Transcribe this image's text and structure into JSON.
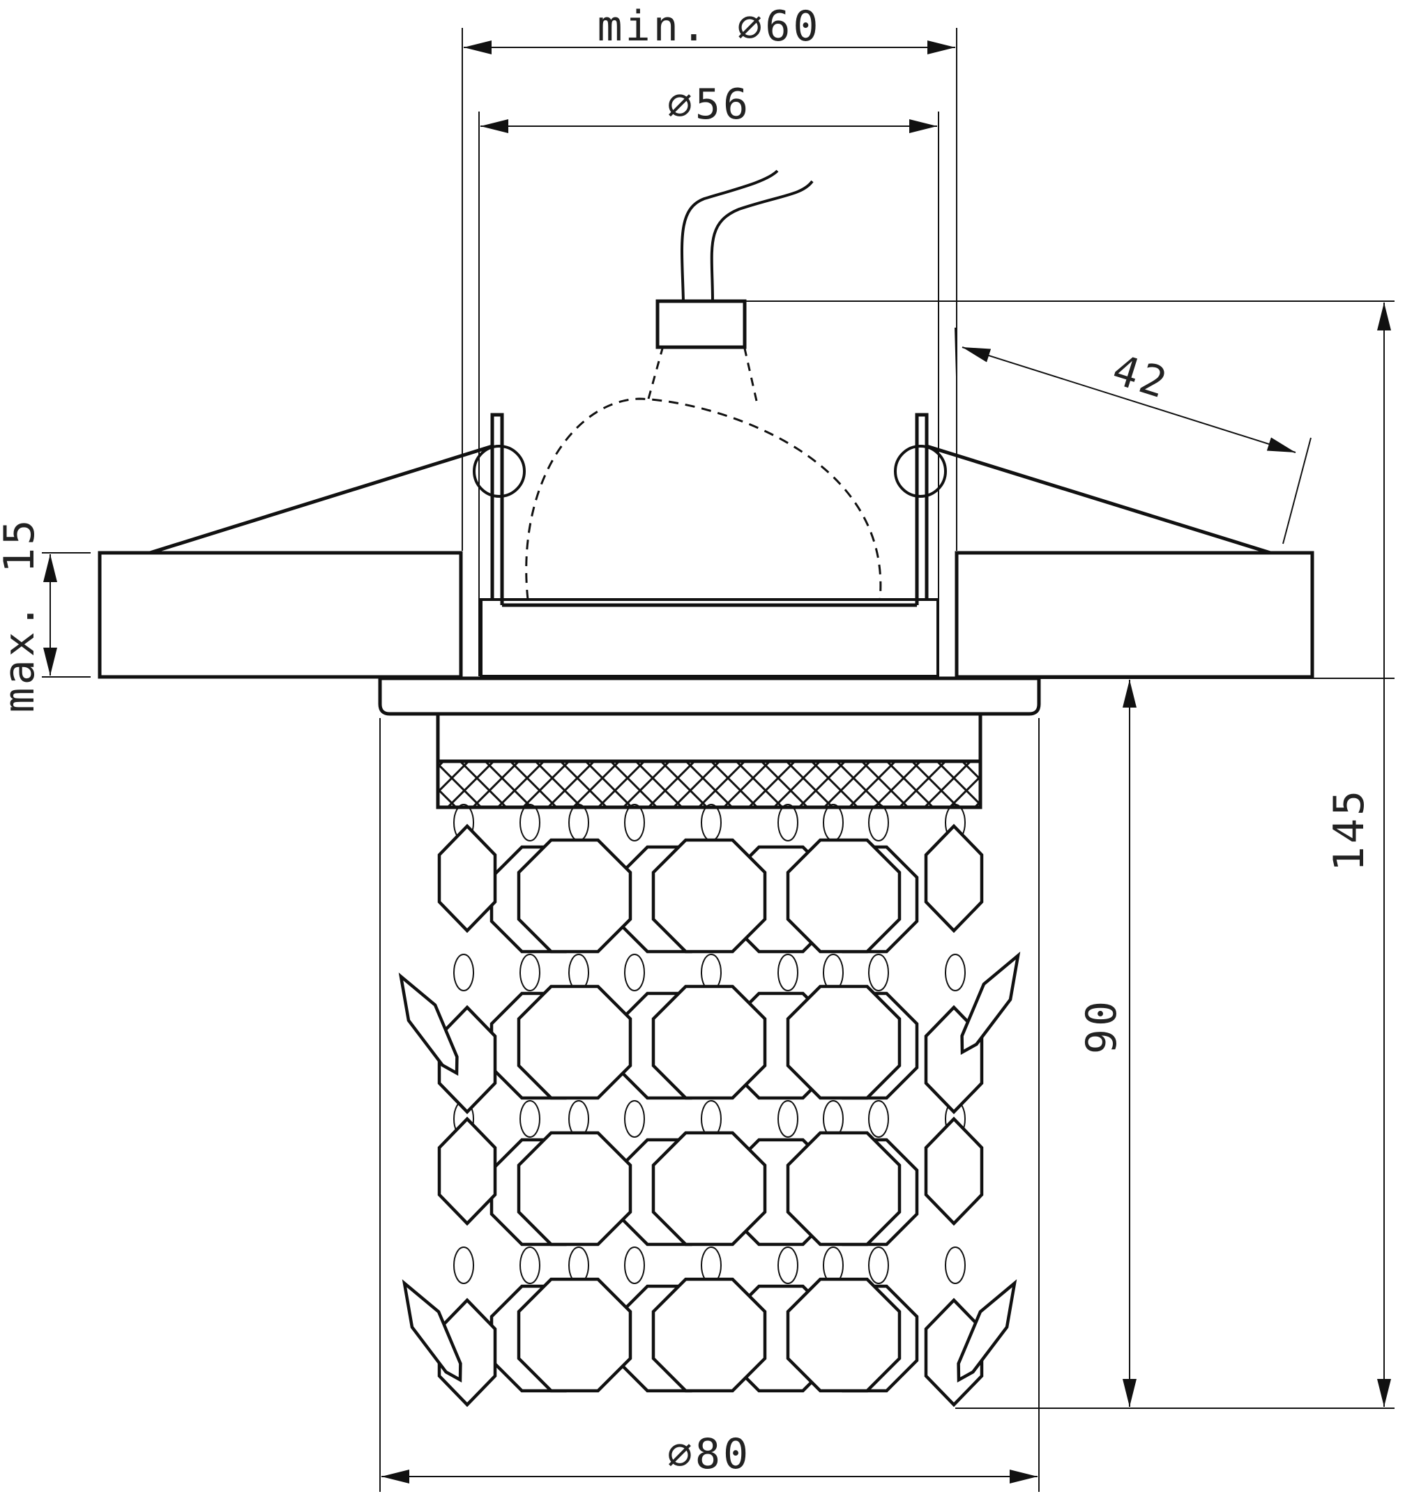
{
  "dimensions": {
    "min_cutout": "min. ⌀60",
    "cutout": "⌀56",
    "bezel": "⌀80",
    "depth_behind": "42",
    "total_height": "145",
    "visible_height": "90",
    "ceiling_thickness": "max. 15"
  },
  "colors": {
    "line": "#111111",
    "background": "#ffffff"
  }
}
